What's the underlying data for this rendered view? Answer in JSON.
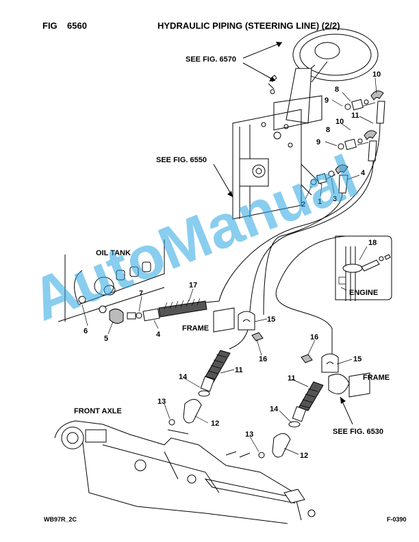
{
  "header": {
    "fig_label": "FIG",
    "fig_number": "6560",
    "title": "HYDRAULIC PIPING (STEERING LINE) (2/2)"
  },
  "footer": {
    "left": "WB97R_2C",
    "right": "F-0390"
  },
  "watermark": "AutoManual",
  "labels": {
    "see_6570": "SEE FIG. 6570",
    "see_6550": "SEE FIG. 6550",
    "see_6530": "SEE FIG. 6530",
    "oil_tank": "OIL TANK",
    "engine": "ENGINE",
    "frame_left": "FRAME",
    "frame_right": "FRAME",
    "front_axle": "FRONT AXLE"
  },
  "callouts": {
    "n10a": "10",
    "n8a": "8",
    "n9a": "9",
    "n11a": "11",
    "n10b": "10",
    "n8b": "8",
    "n9b": "9",
    "n4a": "4",
    "n2": "2",
    "n1": "1",
    "n3": "3",
    "n18": "18",
    "n17": "17",
    "n7": "7",
    "n6": "6",
    "n5": "5",
    "n4b": "4",
    "n15a": "15",
    "n16a": "16",
    "n16b": "16",
    "n15b": "15",
    "n11b": "11",
    "n14a": "14",
    "n13a": "13",
    "n12a": "12",
    "n11c": "11",
    "n14b": "14",
    "n13b": "13",
    "n12b": "12"
  }
}
